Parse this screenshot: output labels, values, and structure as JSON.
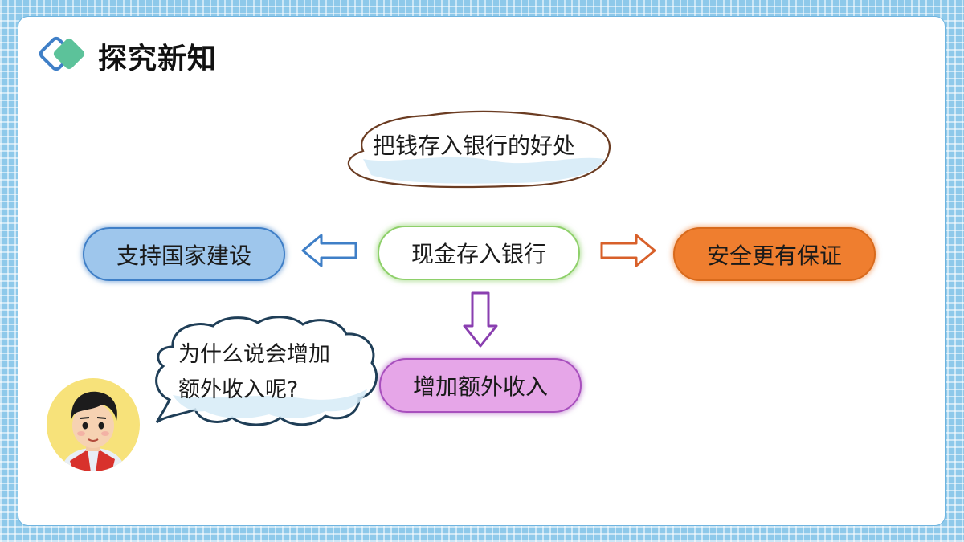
{
  "slide": {
    "title": "探究新知"
  },
  "diagram": {
    "topic": "把钱存入银行的好处",
    "center": "现金存入银行",
    "left": "支持国家建设",
    "right": "安全更有保证",
    "bottom": "增加额外收入",
    "question_line1": "为什么说会增加",
    "question_line2": "额外收入呢?"
  },
  "colors": {
    "background": "#8ec9ea",
    "left_fill": "#9ec6ec",
    "left_arrow": "#3f7fc7",
    "right_fill": "#ef7e2f",
    "right_arrow": "#d8602a",
    "bottom_fill": "#e6a6e8",
    "bottom_arrow": "#8a3fb0",
    "center_border": "#8ed06a"
  },
  "icons": {
    "title": "diamond-pair-icon",
    "avatar": "boy-avatar"
  }
}
